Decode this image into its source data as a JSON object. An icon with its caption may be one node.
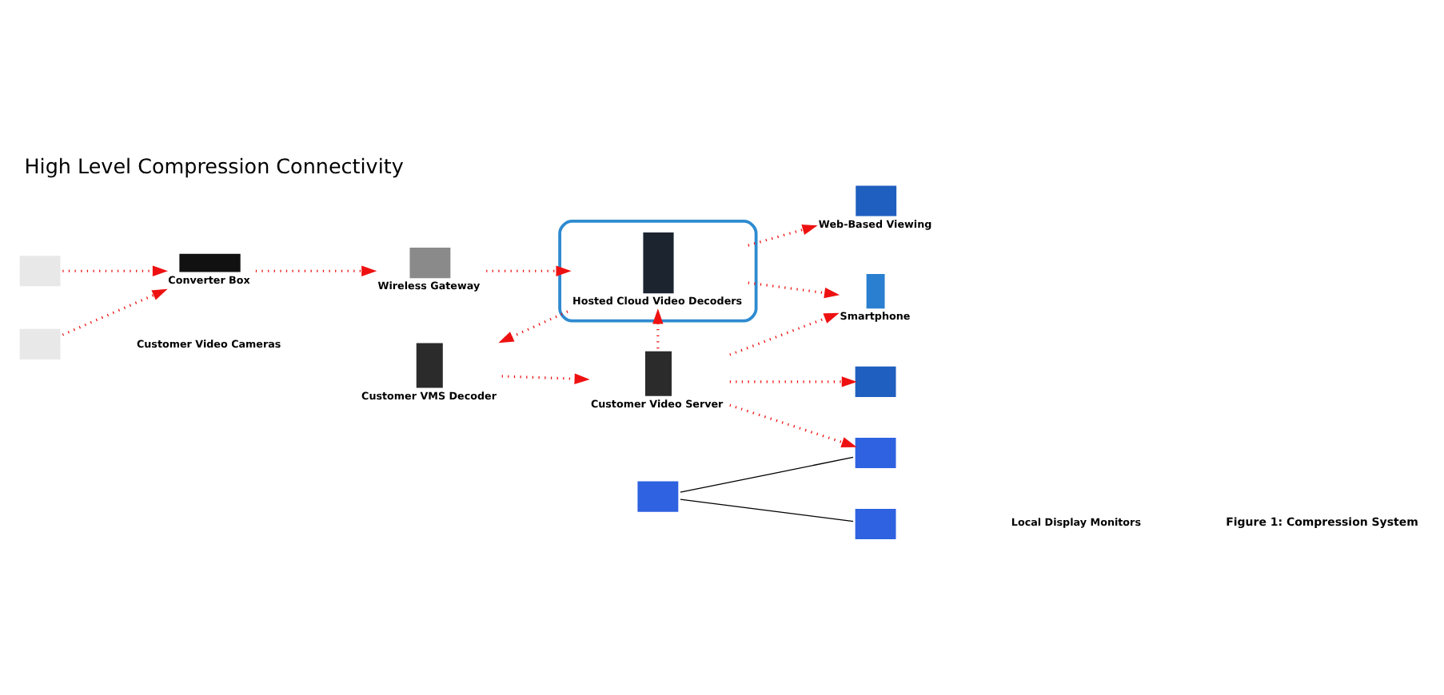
{
  "diagram": {
    "title": "High Level Compression Connectivity",
    "caption": "Figure 1: Compression System",
    "nodes": [
      {
        "text": [],
        "shape": "box"
      },
      {
        "text": [],
        "shape": "box"
      },
      {
        "text": [],
        "shape": "box",
        "beside": [
          "Converter Box"
        ]
      },
      {
        "text": [],
        "shape": "box",
        "beside": [
          "Wireless Gateway"
        ]
      },
      {
        "text": [],
        "shape": "cloud"
      },
      {
        "text": [],
        "shape": "box",
        "in": 4,
        "beside": [
          "Hosted Cloud Video Decoders"
        ]
      },
      {
        "text": [],
        "shape": "box",
        "beside": [
          "Web-Based Viewing"
        ]
      },
      {
        "text": [],
        "shape": "box"
      },
      {
        "text": [],
        "shape": "box",
        "beside": [
          "Smartphone"
        ]
      },
      {
        "text": [],
        "shape": "box",
        "beside": [
          "Customer VMS Decoder"
        ]
      },
      {
        "text": [],
        "shape": "box",
        "beside": [
          "Customer Video Server"
        ]
      },
      {
        "text": [],
        "shape": "box"
      },
      {
        "text": [],
        "shape": "box"
      },
      {
        "text": [],
        "shape": "box"
      }
    ],
    "edges": [
      {
        "from": 0,
        "to": 2,
        "arrow": "to",
        "style": "dashed"
      },
      {
        "from": 1,
        "to": 2,
        "arrow": "to",
        "style": "dashed"
      },
      {
        "from": 2,
        "to": 3,
        "arrow": "to",
        "style": "dashed"
      },
      {
        "from": 3,
        "to": 5,
        "arrow": "to",
        "style": "dashed"
      },
      {
        "from": 5,
        "to": 6,
        "arrow": "to",
        "style": "dashed"
      },
      {
        "from": 5,
        "to": 8,
        "arrow": "to",
        "style": "dashed"
      },
      {
        "from": 5,
        "to": 9,
        "arrow": "to",
        "style": "dashed"
      },
      {
        "from": 10,
        "to": 5,
        "arrow": "to",
        "style": "dashed"
      },
      {
        "from": 9,
        "to": 10,
        "arrow": "to",
        "style": "dashed"
      },
      {
        "from": 10,
        "to": 8,
        "arrow": "to",
        "style": "dashed"
      },
      {
        "from": 10,
        "to": 7,
        "arrow": "to",
        "style": "dashed"
      },
      {
        "from": 10,
        "to": 12,
        "arrow": "to",
        "style": "dashed"
      },
      {
        "from": 11,
        "to": 12,
        "arrow": "none",
        "color": "#000000"
      },
      {
        "from": 11,
        "to": 13,
        "arrow": "none",
        "color": "#000000"
      }
    ],
    "labels": [
      "Customer Video Cameras",
      "Local Display Monitors"
    ]
  }
}
